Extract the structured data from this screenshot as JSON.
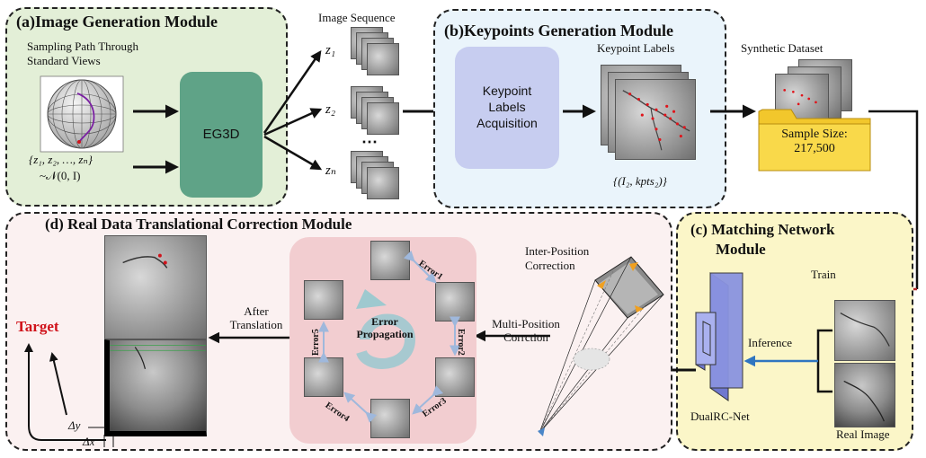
{
  "panels": {
    "a": {
      "title": "(a)Image Generation Module",
      "sampling_path": "Sampling Path Through\nStandard Views",
      "latent_set": "{z₁, z₂, …, zₙ}",
      "distribution": "~𝒩(0, I)",
      "generator": "EG3D"
    },
    "sequence": {
      "title": "Image Sequence",
      "z1": "z₁",
      "z2": "z₂",
      "zn": "zₙ",
      "dots": "⋯"
    },
    "b": {
      "title": "(b)Keypoints Generation Module",
      "acquisition": "Keypoint\nLabels\nAcquisition",
      "labels_title": "Keypoint Labels",
      "pair": "{(I₂, kpts₂)}"
    },
    "dataset": {
      "title": "Synthetic Dataset",
      "sample_size": "Sample Size:\n217,500"
    },
    "c": {
      "title_line1": "(c) Matching Network",
      "title_line2": "Module",
      "train": "Train",
      "inference": "Inference",
      "network": "DualRC-Net",
      "real_image": "Real Image"
    },
    "d": {
      "title": "(d) Real Data Translational Correction Module",
      "target": "Target",
      "after_translation": "After\nTranslation",
      "error_propagation": "Error\nPropagation",
      "errors": [
        "Error1",
        "Error2",
        "Error3",
        "Error4",
        "Error5"
      ],
      "multi_position": "Multi-Position\nCorrction",
      "inter_position": "Inter-Position\nCorrection",
      "dy": "Δy",
      "dx": "Δx"
    }
  },
  "colors": {
    "panel_a_bg": "#e3efd7",
    "eg3d": "#5fa387",
    "panel_b_bg": "#eaf4fb",
    "acquisition_box": "#c7cdf0",
    "folder": "#f9d94a",
    "panel_c_bg": "#fbf6c8",
    "panel_d_bg": "#fbf1f1",
    "error_box": "#f2cdd0",
    "target": "#d0131b",
    "train_arrow": "#b02428",
    "inference_arrow": "#2f75c0",
    "network": "#8a93e0"
  }
}
